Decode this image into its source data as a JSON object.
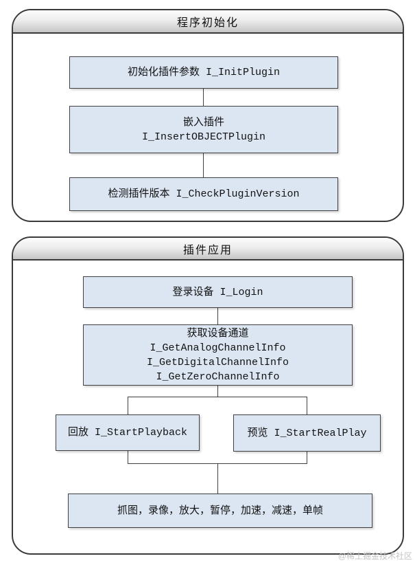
{
  "diagram": {
    "type": "flowchart",
    "colors": {
      "node_fill": "#dce6f2",
      "node_border": "#3f3f3f",
      "panel_border": "#3a3a3a",
      "header_gradient_top": "#fdfdfd",
      "header_gradient_bottom": "#c5c5c5",
      "connector": "#3f3f3f",
      "watermark": "#c3c3c3"
    },
    "containers": [
      {
        "title": "程序初始化",
        "nodes": [
          {
            "label": "初始化插件参数 I_InitPlugin"
          },
          {
            "label": "嵌入插件\nI_InsertOBJECTPlugin"
          },
          {
            "label": "检测插件版本 I_CheckPluginVersion"
          }
        ]
      },
      {
        "title": "插件应用",
        "nodes": [
          {
            "label": "登录设备 I_Login"
          },
          {
            "label": "获取设备通道\nI_GetAnalogChannelInfo\nI_GetDigitalChannelInfo\nI_GetZeroChannelInfo"
          },
          {
            "label": "回放 I_StartPlayback"
          },
          {
            "label": "预览 I_StartRealPlay"
          },
          {
            "label": "抓图，录像，放大，暂停，加速，减速，单帧"
          }
        ]
      }
    ],
    "watermark": {
      "text": "@稀土掘金技术社区"
    }
  }
}
